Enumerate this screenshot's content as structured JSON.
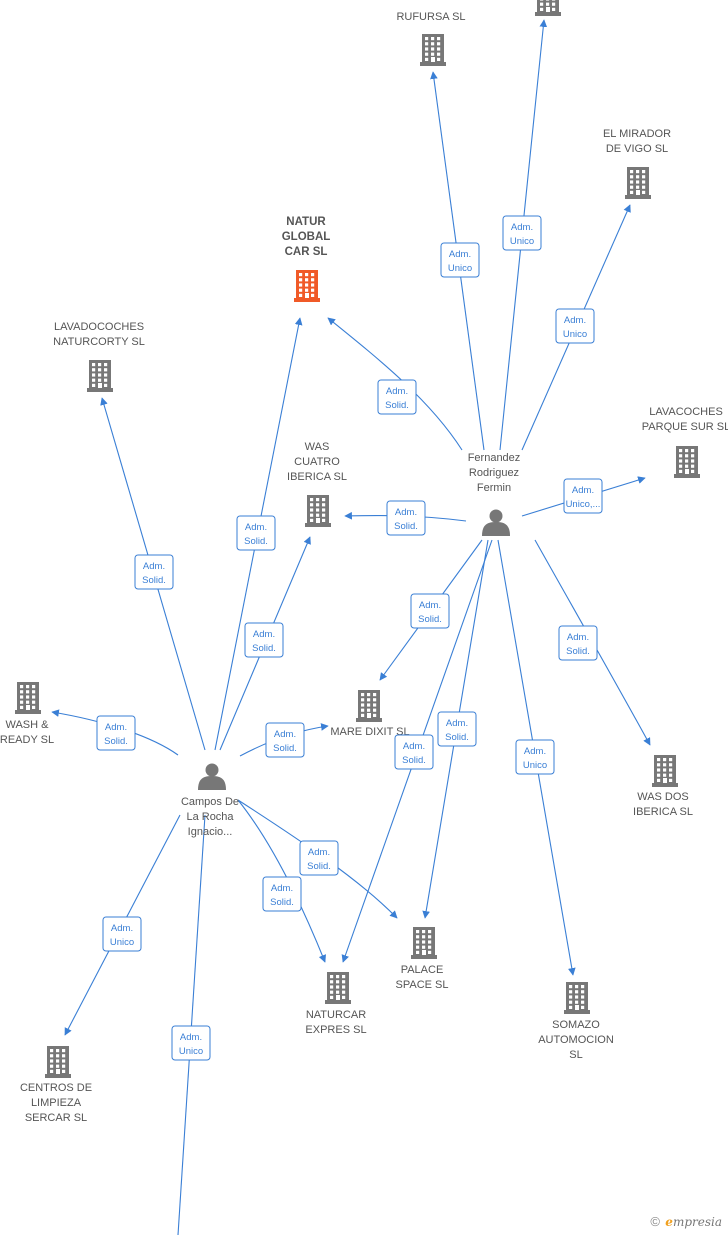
{
  "companies": [
    {
      "id": "rufursa",
      "lines": [
        "RUFURSA  SL"
      ]
    },
    {
      "id": "top_partial",
      "lines": []
    },
    {
      "id": "el_mirador",
      "lines": [
        "EL MIRADOR",
        "DE VIGO SL"
      ]
    },
    {
      "id": "natur_global",
      "lines": [
        "NATUR",
        "GLOBAL",
        "CAR  SL"
      ],
      "focus": true
    },
    {
      "id": "lavadocoches",
      "lines": [
        "LAVADOCOCHES",
        "NATURCORTY SL"
      ]
    },
    {
      "id": "lavacoches_parque",
      "lines": [
        "LAVACOCHES",
        "PARQUE SUR SL"
      ]
    },
    {
      "id": "was_cuatro",
      "lines": [
        "WAS",
        "CUATRO",
        "IBERICA SL"
      ]
    },
    {
      "id": "wash_ready",
      "lines": [
        "WASH &",
        "READY SL"
      ]
    },
    {
      "id": "mare_dixit",
      "lines": [
        "MARE DIXIT  SL"
      ]
    },
    {
      "id": "was_dos",
      "lines": [
        "WAS DOS",
        "IBERICA SL"
      ]
    },
    {
      "id": "palace_space",
      "lines": [
        "PALACE",
        "SPACE  SL"
      ]
    },
    {
      "id": "naturcar_expres",
      "lines": [
        "NATURCAR",
        "EXPRES SL"
      ]
    },
    {
      "id": "somazo",
      "lines": [
        "SOMAZO",
        "AUTOMOCION",
        "SL"
      ]
    },
    {
      "id": "centros",
      "lines": [
        "CENTROS DE",
        "LIMPIEZA",
        "SERCAR  SL"
      ]
    }
  ],
  "people": [
    {
      "id": "fernandez",
      "lines": [
        "Fernandez",
        "Rodriguez",
        "Fermin"
      ]
    },
    {
      "id": "campos",
      "lines": [
        "Campos De",
        "La Rocha",
        "Ignacio..."
      ]
    }
  ],
  "relations": [
    {
      "id": "r1",
      "lines": [
        "Adm.",
        "Unico"
      ]
    },
    {
      "id": "r2",
      "lines": [
        "Adm.",
        "Unico"
      ]
    },
    {
      "id": "r3",
      "lines": [
        "Adm.",
        "Unico"
      ]
    },
    {
      "id": "r4",
      "lines": [
        "Adm.",
        "Solid."
      ]
    },
    {
      "id": "r5",
      "lines": [
        "Adm.",
        "Unico,..."
      ]
    },
    {
      "id": "r6",
      "lines": [
        "Adm.",
        "Solid."
      ]
    },
    {
      "id": "r7",
      "lines": [
        "Adm.",
        "Solid."
      ]
    },
    {
      "id": "r8",
      "lines": [
        "Adm.",
        "Solid."
      ]
    },
    {
      "id": "r9",
      "lines": [
        "Adm.",
        "Solid."
      ]
    },
    {
      "id": "r10",
      "lines": [
        "Adm.",
        "Solid."
      ]
    },
    {
      "id": "r11",
      "lines": [
        "Adm.",
        "Unico"
      ]
    },
    {
      "id": "r12",
      "lines": [
        "Adm.",
        "Solid."
      ]
    },
    {
      "id": "r13",
      "lines": [
        "Adm.",
        "Solid."
      ]
    },
    {
      "id": "r14",
      "lines": [
        "Adm.",
        "Solid."
      ]
    },
    {
      "id": "r15",
      "lines": [
        "Adm.",
        "Solid."
      ]
    },
    {
      "id": "r16",
      "lines": [
        "Adm.",
        "Solid."
      ]
    },
    {
      "id": "r17",
      "lines": [
        "Adm.",
        "Solid."
      ]
    },
    {
      "id": "r18",
      "lines": [
        "Adm.",
        "Solid."
      ]
    },
    {
      "id": "r19",
      "lines": [
        "Adm.",
        "Unico"
      ]
    },
    {
      "id": "r20",
      "lines": [
        "Adm.",
        "Unico"
      ]
    }
  ],
  "brand": {
    "copyright": "©",
    "first_letter": "e",
    "rest": "mpresia"
  },
  "colors": {
    "edge": "#3a7fd5",
    "building": "#777777",
    "focus_building": "#f05a28"
  }
}
